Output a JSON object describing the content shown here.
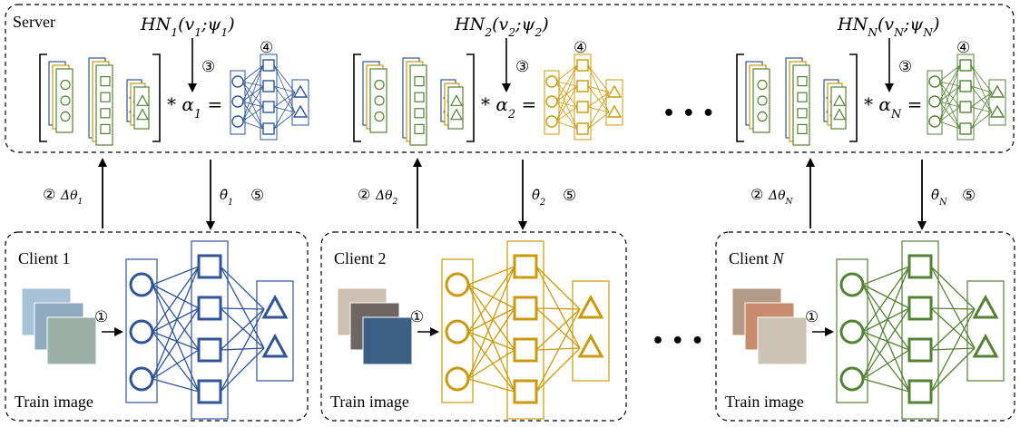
{
  "server": {
    "label": "Server",
    "groups": [
      {
        "hn": "HN",
        "hn_sub": "1",
        "args": "(v",
        "args_sub": "1",
        "sep": ";ψ",
        "sep_sub": "1",
        "close": ")",
        "step3": "③",
        "step4": "④",
        "alpha": "α",
        "alpha_sub": "1",
        "color": "#2f5597"
      },
      {
        "hn": "HN",
        "hn_sub": "2",
        "args": "(v",
        "args_sub": "2",
        "sep": ";ψ",
        "sep_sub": "2",
        "close": ")",
        "step3": "③",
        "step4": "④",
        "alpha": "α",
        "alpha_sub": "2",
        "color": "#c99a0b"
      },
      {
        "hn": "HN",
        "hn_sub": "N",
        "args": "(v",
        "args_sub": "N",
        "sep": ";ψ",
        "sep_sub": "N",
        "close": ")",
        "step3": "③",
        "step4": "④",
        "alpha": "α",
        "alpha_sub": "N",
        "color": "#548235"
      }
    ],
    "stack_colors": [
      "#2f5597",
      "#c99a0b",
      "#548235"
    ],
    "ellipsis": "• • •"
  },
  "links": [
    {
      "up_step": "②",
      "up_label": "Δθ",
      "up_sub": "1",
      "down_label": "θ̄",
      "down_sub": "1",
      "down_step": "⑤"
    },
    {
      "up_step": "②",
      "up_label": "Δθ",
      "up_sub": "2",
      "down_label": "θ̄",
      "down_sub": "2",
      "down_step": "⑤"
    },
    {
      "up_step": "②",
      "up_label": "Δθ",
      "up_sub": "N",
      "down_label": "θ̄",
      "down_sub": "N",
      "down_step": "⑤"
    }
  ],
  "clients": [
    {
      "name": "Client 1",
      "step1": "①",
      "caption": "Train image",
      "color": "#2f5597"
    },
    {
      "name": "Client 2",
      "step1": "①",
      "caption": "Train image",
      "color": "#c99a0b"
    },
    {
      "name": "Client ",
      "name_italic": "N",
      "step1": "①",
      "caption": "Train image",
      "color": "#548235"
    }
  ],
  "client_ellipsis": "• • •"
}
